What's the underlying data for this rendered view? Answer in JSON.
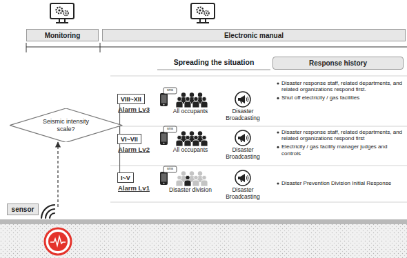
{
  "diagram": {
    "nodes": [
      {
        "text": [
          "Monitoring"
        ]
      },
      {
        "text": [
          "Electronic manual"
        ]
      },
      {
        "text": [
          "Response history"
        ]
      },
      {
        "text": [
          "Seismic intensity scale?"
        ]
      },
      {
        "text": [
          "VIII~XII",
          "Alarm Lv3"
        ]
      },
      {
        "text": [
          "VI~VII",
          "Alarm Lv2"
        ]
      },
      {
        "text": [
          "I~V",
          "Alarm Lv1"
        ]
      },
      {
        "text": [
          "sensor"
        ]
      }
    ],
    "edges": [
      {
        "from": 3,
        "to": 4,
        "arrow": "none"
      },
      {
        "from": 3,
        "to": 5,
        "arrow": "none"
      },
      {
        "from": 3,
        "to": 6,
        "arrow": "none"
      }
    ],
    "labels": [
      "Spreading the situation",
      "sms",
      "All occupants",
      "Disaster Broadcasting",
      "Disaster response staff, related departments, and related organizations respond first.",
      "Shut off electricity / gas facilities",
      "sms",
      "All occupants",
      "Disaster Broadcasting",
      "Disaster response staff, related departments, and related organizations respond first",
      "Electricity / gas facility manager judges and controls",
      "sms",
      "Disaster division",
      "Disaster Broadcasting",
      "Disaster Prevention Division Initial Response"
    ]
  }
}
